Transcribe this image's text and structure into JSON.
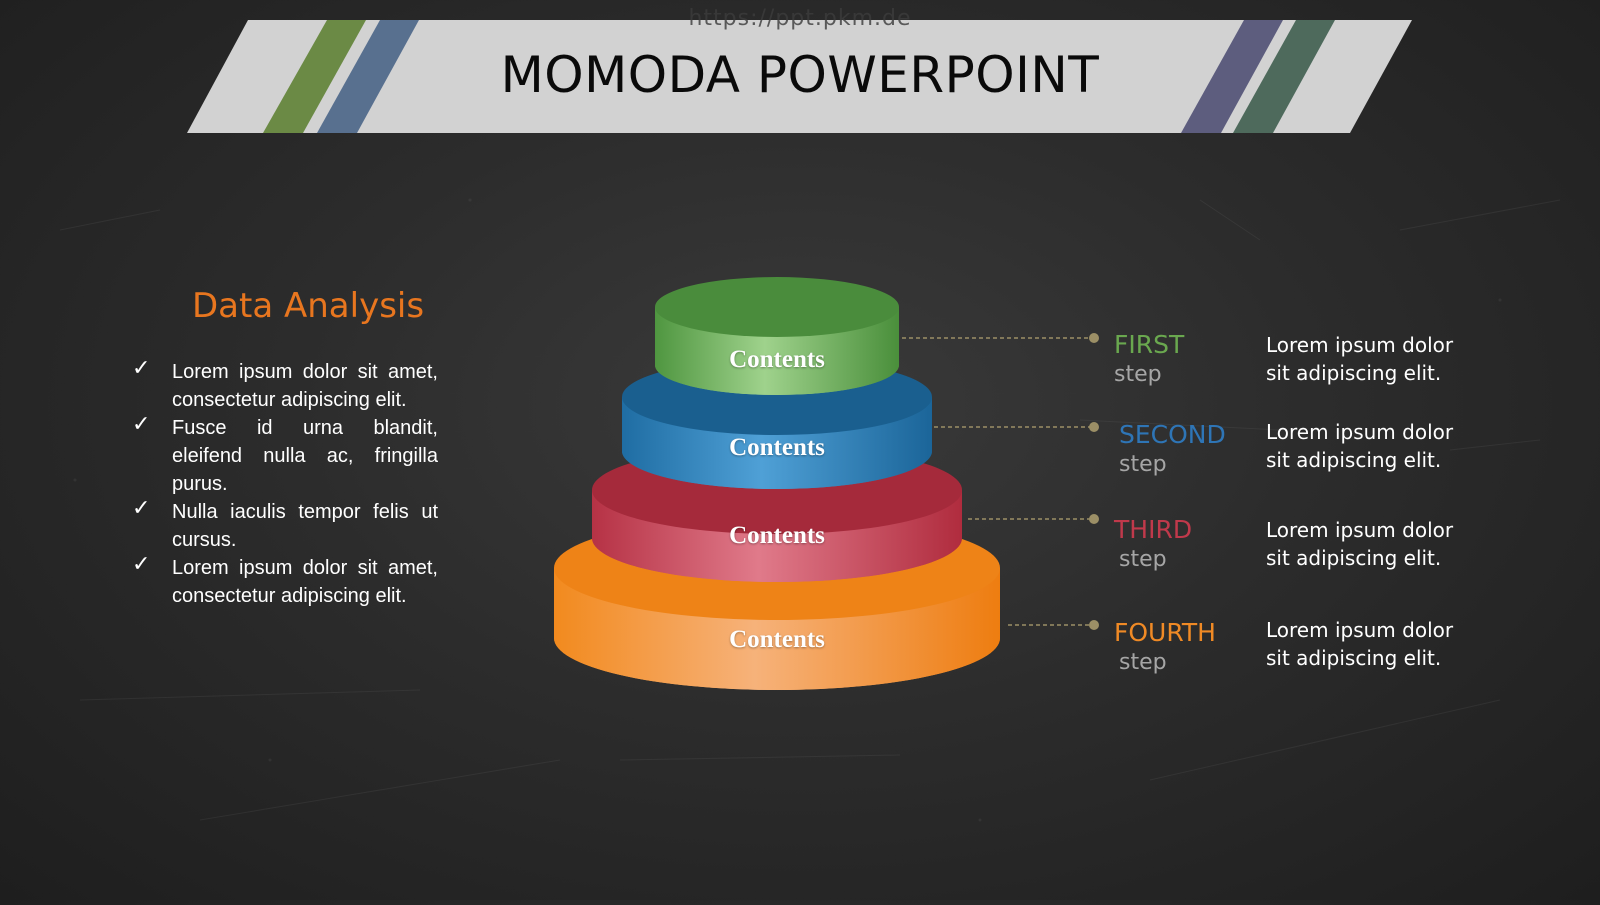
{
  "watermark": "https://ppt.pkm.de",
  "title": "MOMODA POWERPOINT",
  "section_title": "Data Analysis",
  "bullets": [
    "Lorem ipsum dolor sit amet, consectetur adipiscing elit.",
    "Fusce id urna blandit, eleifend nulla ac, fringilla purus.",
    "Nulla iaculis tempor felis ut cursus.",
    "Lorem ipsum dolor sit amet, consectetur adipiscing elit."
  ],
  "pyramid_tiers": [
    {
      "label": "Contents",
      "color": "#5aa14a"
    },
    {
      "label": "Contents",
      "color": "#2a7fb5"
    },
    {
      "label": "Contents",
      "color": "#c7475a"
    },
    {
      "label": "Contents",
      "color": "#f08a25"
    }
  ],
  "steps": [
    {
      "title": "FIRST",
      "sub": "step",
      "color": "#6aa84f",
      "desc": "Lorem ipsum dolor sit adipiscing elit."
    },
    {
      "title": "SECOND",
      "sub": "step",
      "color": "#2e75b6",
      "desc": "Lorem ipsum dolor sit adipiscing elit."
    },
    {
      "title": "THIRD",
      "sub": "step",
      "color": "#c0394b",
      "desc": "Lorem ipsum dolor sit adipiscing elit."
    },
    {
      "title": "FOURTH",
      "sub": "step",
      "color": "#f08a25",
      "desc": "Lorem ipsum dolor sit adipiscing elit."
    }
  ],
  "banner_stripe_colors": [
    "#6b8a45",
    "#58708f",
    "#5d5d7e",
    "#4e6a5c"
  ],
  "icons": {
    "bullet": "checkmark-icon"
  }
}
